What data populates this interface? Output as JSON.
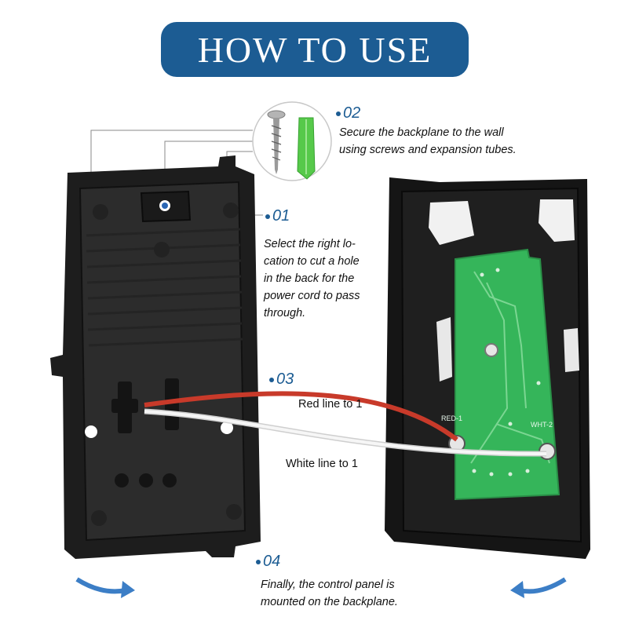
{
  "header": {
    "title": "HOW TO USE"
  },
  "steps": [
    {
      "number": "01",
      "text_lines": [
        "Select the right lo-",
        "cation to cut a hole",
        "in the back for the",
        "power cord to pass",
        "through."
      ]
    },
    {
      "number": "02",
      "text_lines": [
        "Secure the backplane to the wall",
        "using screws and expansion tubes."
      ]
    },
    {
      "number": "03"
    },
    {
      "number": "04",
      "text_lines": [
        "Finally, the control panel is",
        "mounted on the backplane."
      ]
    }
  ],
  "wires": {
    "red_label": "Red line to 1",
    "white_label": "White line to 1"
  },
  "board": {
    "red_marking": "RED-1",
    "white_marking": "WHT-2"
  },
  "colors": {
    "banner": "#1c5c93",
    "accent": "#1c5c93",
    "red_wire": "#c83a2a",
    "white_wire": "#e4e4e4",
    "pcb": "#35b55a",
    "plastic": "#161616",
    "anchor": "#56c94a"
  },
  "icons": [
    "screw-icon",
    "expansion-tube-icon",
    "arrow-left-icon",
    "arrow-right-icon"
  ]
}
